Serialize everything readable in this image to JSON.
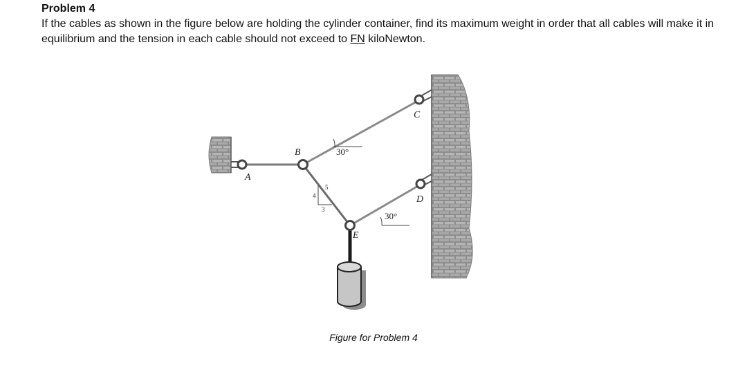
{
  "problem": {
    "title": "Problem 4",
    "text_before": "If the cables as shown in the figure below are holding the cylinder container, find its maximum weight in order that all cables will make it in equilibrium and the tension in each cable should not exceed to ",
    "variable": "FN",
    "text_after": " kiloNewton."
  },
  "figure": {
    "points": {
      "a": "A",
      "b": "B",
      "c": "C",
      "d": "D",
      "e": "E"
    },
    "angle_bc": "30°",
    "angle_ed": "30°",
    "slope": {
      "rise": "4",
      "run": "3",
      "hyp": "5"
    },
    "caption": "Figure for Problem 4"
  }
}
